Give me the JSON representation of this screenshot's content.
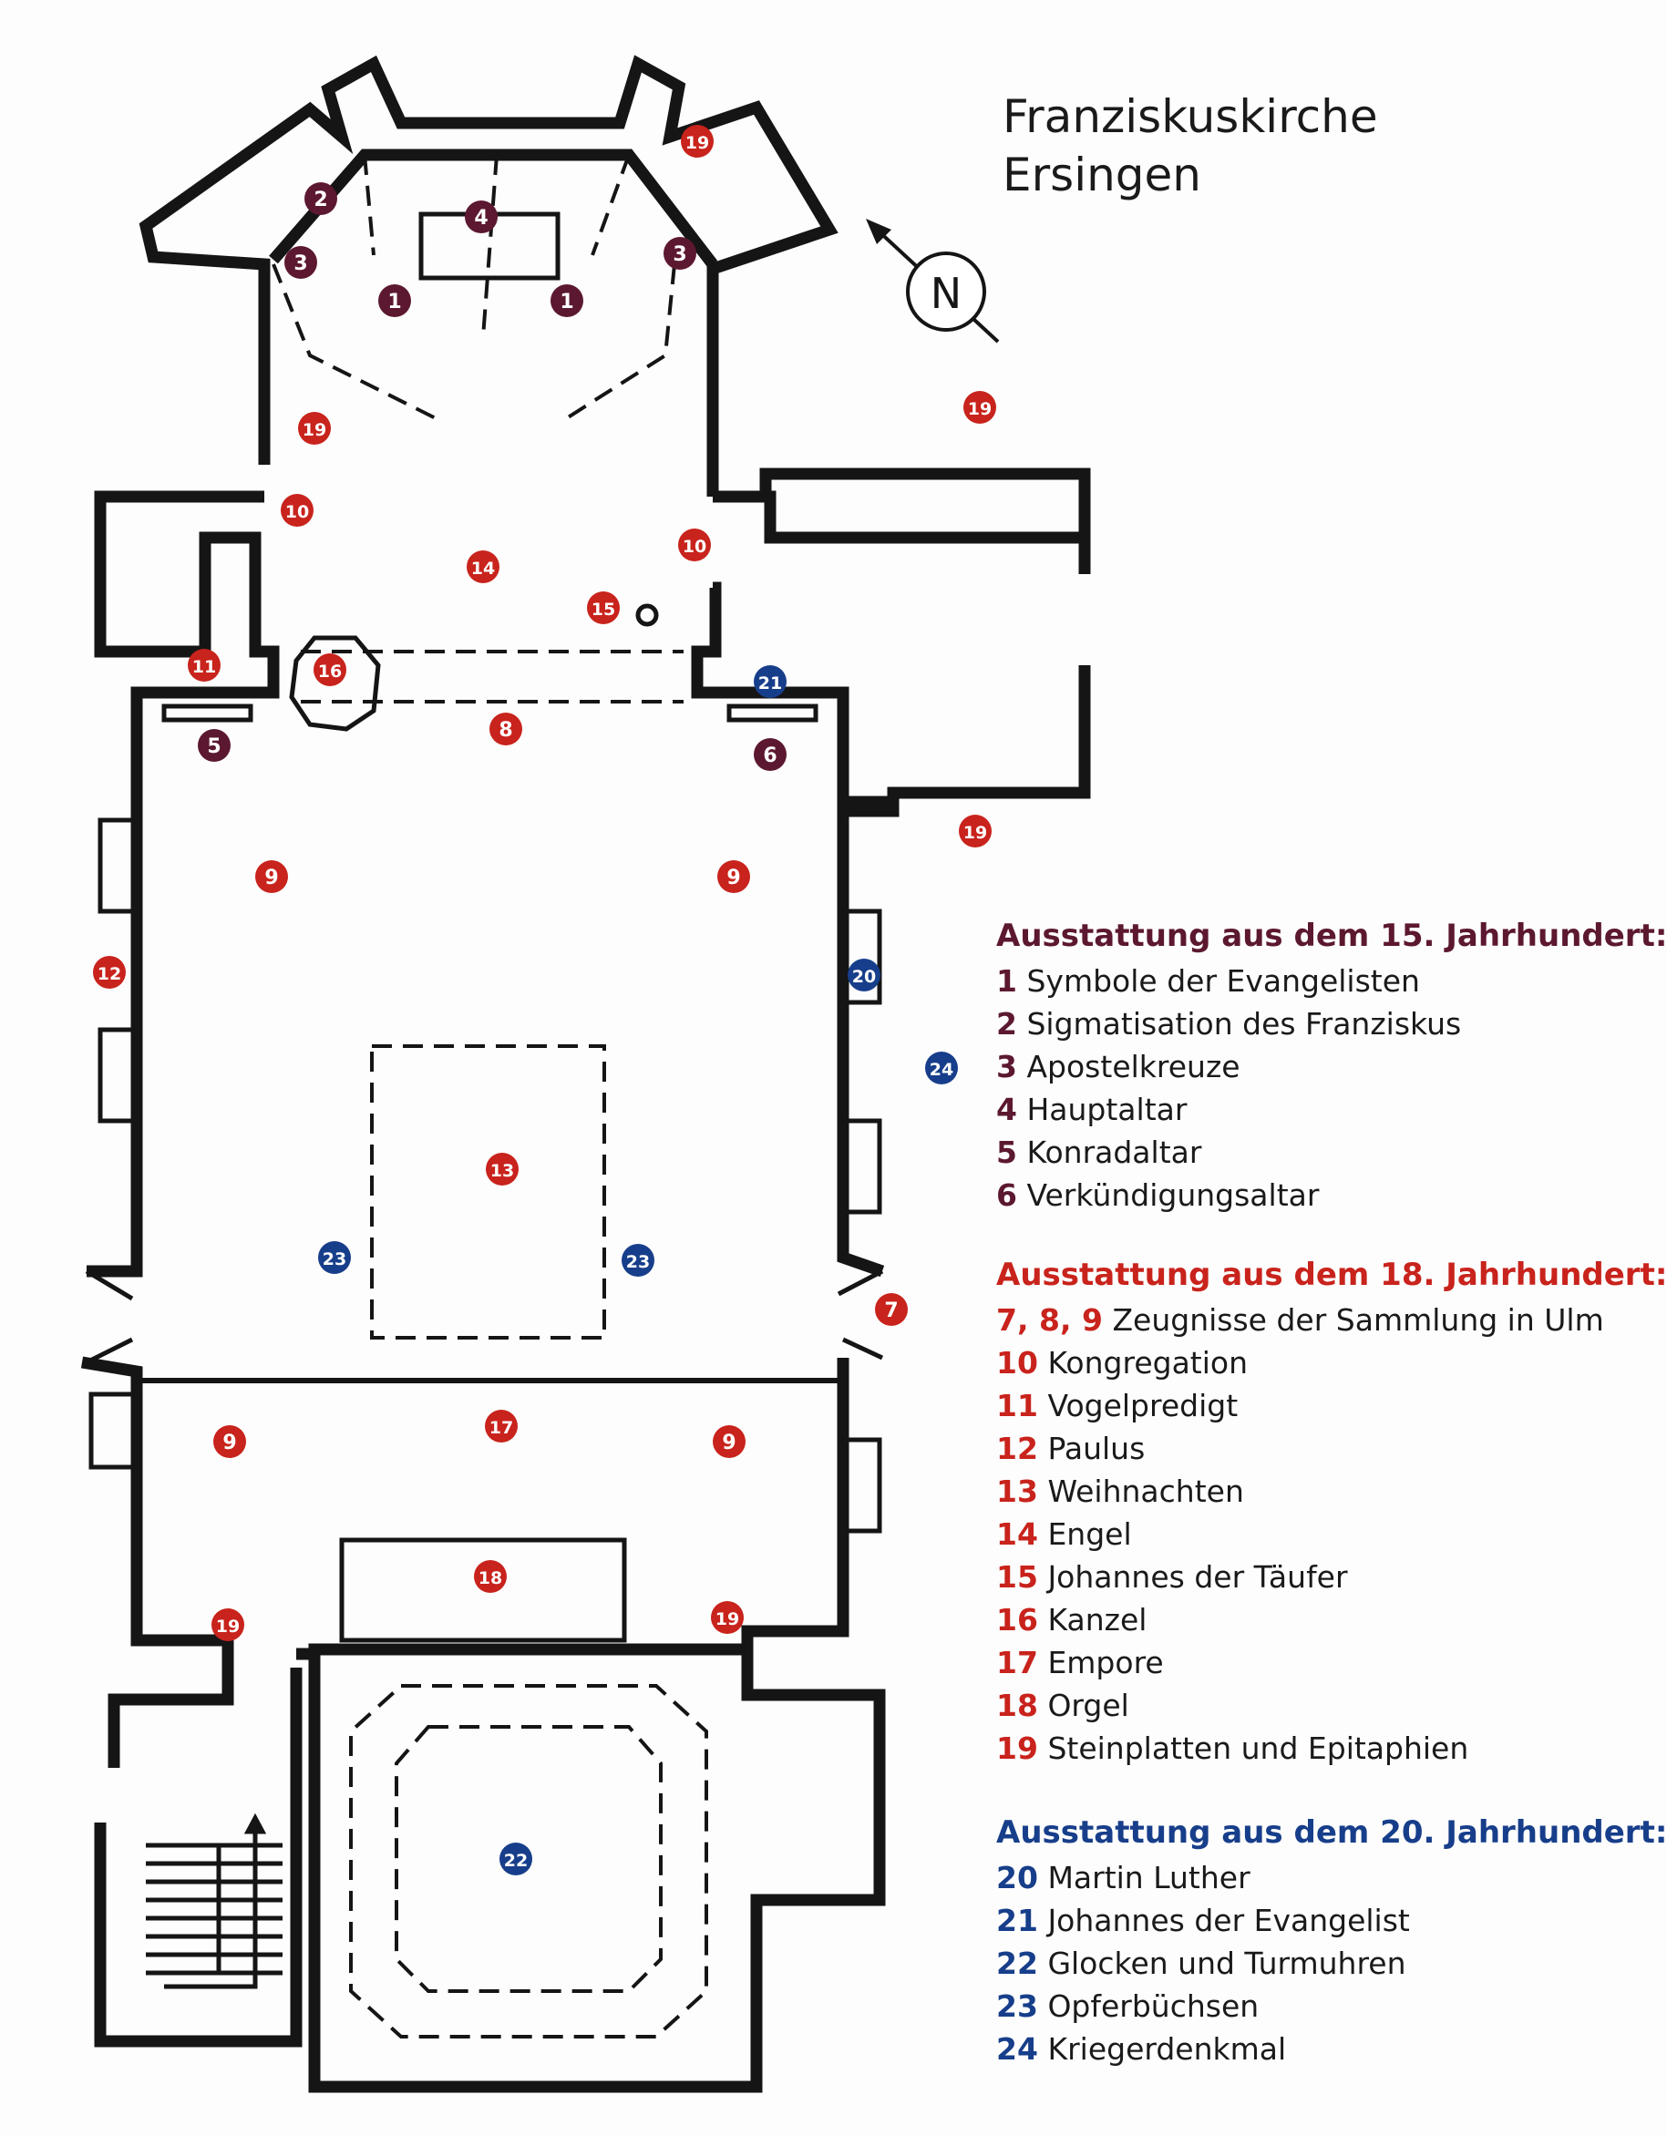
{
  "title": [
    "Franziskuskirche",
    "Ersingen"
  ],
  "compass": "N",
  "colors": {
    "c15": "#5c1830",
    "c18": "#c8231c",
    "c20": "#173e8a",
    "wall": "#151515"
  },
  "legend": [
    {
      "id": "leg15",
      "heading": "Ausstattung aus dem 15. Jahrhundert:",
      "items": [
        {
          "num": "1",
          "text": "Symbole der Evangelisten"
        },
        {
          "num": "2",
          "text": "Sigmatisation des Franziskus"
        },
        {
          "num": "3",
          "text": "Apostelkreuze"
        },
        {
          "num": "4",
          "text": "Hauptaltar"
        },
        {
          "num": "5",
          "text": "Konradaltar"
        },
        {
          "num": "6",
          "text": "Verkündigungsaltar"
        }
      ]
    },
    {
      "id": "leg18",
      "heading": "Ausstattung aus dem 18. Jahrhundert:",
      "items": [
        {
          "num": "7, 8, 9",
          "text": "Zeugnisse der Sammlung in Ulm"
        },
        {
          "num": "10",
          "text": "Kongregation"
        },
        {
          "num": "11",
          "text": "Vogelpredigt"
        },
        {
          "num": "12",
          "text": "Paulus"
        },
        {
          "num": "13",
          "text": "Weihnachten"
        },
        {
          "num": "14",
          "text": "Engel"
        },
        {
          "num": "15",
          "text": "Johannes der Täufer"
        },
        {
          "num": "16",
          "text": "Kanzel"
        },
        {
          "num": "17",
          "text": "Empore"
        },
        {
          "num": "18",
          "text": "Orgel"
        },
        {
          "num": "19",
          "text": "Steinplatten und Epitaphien"
        }
      ]
    },
    {
      "id": "leg20",
      "heading": "Ausstattung aus dem 20. Jahrhundert:",
      "items": [
        {
          "num": "20",
          "text": "Martin Luther"
        },
        {
          "num": "21",
          "text": "Johannes der Evangelist"
        },
        {
          "num": "22",
          "text": "Glocken und Turmuhren"
        },
        {
          "num": "23",
          "text": "Opferbüchsen"
        },
        {
          "num": "24",
          "text": "Kriegerdenkmal"
        }
      ]
    }
  ],
  "markers": [
    {
      "n": "1",
      "era": "c15"
    },
    {
      "n": "1",
      "era": "c15"
    },
    {
      "n": "2",
      "era": "c15"
    },
    {
      "n": "3",
      "era": "c15"
    },
    {
      "n": "3",
      "era": "c15"
    },
    {
      "n": "4",
      "era": "c15"
    },
    {
      "n": "5",
      "era": "c15"
    },
    {
      "n": "6",
      "era": "c15"
    },
    {
      "n": "7",
      "era": "c18"
    },
    {
      "n": "8",
      "era": "c18"
    },
    {
      "n": "9",
      "era": "c18"
    },
    {
      "n": "9",
      "era": "c18"
    },
    {
      "n": "9",
      "era": "c18"
    },
    {
      "n": "9",
      "era": "c18"
    },
    {
      "n": "10",
      "era": "c18"
    },
    {
      "n": "10",
      "era": "c18"
    },
    {
      "n": "11",
      "era": "c18"
    },
    {
      "n": "12",
      "era": "c18"
    },
    {
      "n": "13",
      "era": "c18"
    },
    {
      "n": "14",
      "era": "c18"
    },
    {
      "n": "15",
      "era": "c18"
    },
    {
      "n": "16",
      "era": "c18"
    },
    {
      "n": "17",
      "era": "c18"
    },
    {
      "n": "18",
      "era": "c18"
    },
    {
      "n": "19",
      "era": "c18"
    },
    {
      "n": "19",
      "era": "c18"
    },
    {
      "n": "19",
      "era": "c18"
    },
    {
      "n": "19",
      "era": "c18"
    },
    {
      "n": "19",
      "era": "c18"
    },
    {
      "n": "19",
      "era": "c18"
    },
    {
      "n": "20",
      "era": "c20"
    },
    {
      "n": "21",
      "era": "c20"
    },
    {
      "n": "22",
      "era": "c20"
    },
    {
      "n": "23",
      "era": "c20"
    },
    {
      "n": "23",
      "era": "c20"
    },
    {
      "n": "24",
      "era": "c20"
    }
  ]
}
